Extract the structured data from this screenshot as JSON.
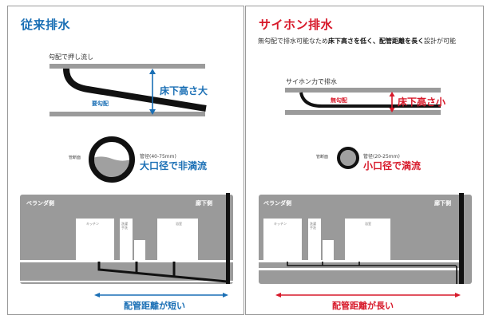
{
  "colors": {
    "conventional": "#1a6fb5",
    "siphon": "#d7192a",
    "floor": "#9b9b9b",
    "pipe": "#111111",
    "plan_bg": "#9a9a9a"
  },
  "left": {
    "title": "従来排水",
    "slope_caption": "勾配で押し流し",
    "slope_label": "要勾配",
    "height_label": "床下高さ大",
    "section_label": "管断面",
    "diameter_label": "管径(40-75mm)",
    "flow_label": "大口径で非満流",
    "plan": {
      "left_side": "ベランダ側",
      "right_side": "廊下側",
      "rooms": [
        "キッチン",
        "洗濯\n手洗",
        "浴室"
      ]
    },
    "distance_label": "配管距離が短い"
  },
  "right": {
    "title": "サイホン排水",
    "subtitle_pre": "無勾配で排水可能なため",
    "subtitle_bold": "床下高さを低く、配管距離を長く",
    "subtitle_post": "設計が可能",
    "slope_caption": "サイホン力で排水",
    "slope_label": "無勾配",
    "height_label": "床下高さ小",
    "section_label": "管断面",
    "diameter_label": "管径(20-25mm)",
    "flow_label": "小口径で満流",
    "plan": {
      "left_side": "ベランダ側",
      "right_side": "廊下側",
      "rooms": [
        "キッチン",
        "洗濯\n手洗",
        "浴室"
      ]
    },
    "distance_label": "配管距離が長い"
  }
}
